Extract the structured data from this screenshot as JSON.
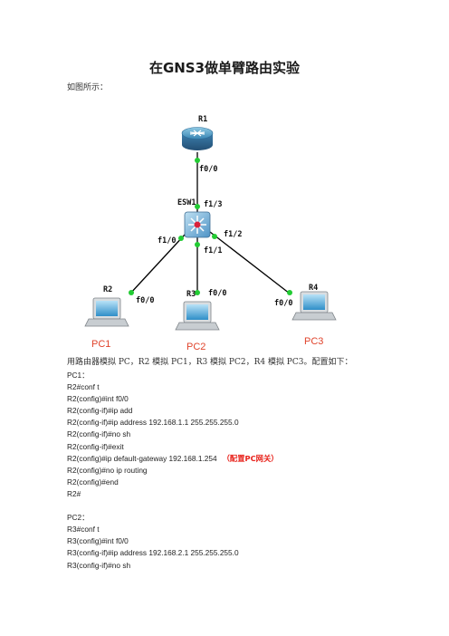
{
  "title": "在GNS3做单臂路由实验",
  "intro": "如图所示：",
  "topology": {
    "router_name": "R1",
    "switch_name": "ESW1",
    "router_port": "f0/0",
    "sw_up_port": "f1/3",
    "sw_left_port": "f1/0",
    "sw_mid_port": "f1/1",
    "sw_right_port": "f1/2",
    "pc_left_name": "R2",
    "pc_left_port": "f0/0",
    "pc_left_label": "PC1",
    "pc_mid_name": "R3",
    "pc_mid_port": "f0/0",
    "pc_mid_label": "PC2",
    "pc_right_name": "R4",
    "pc_right_port": "f0/0",
    "pc_right_label": "PC3",
    "link_color": "#000000",
    "led_color": "#22cc33",
    "pc_label_color": "#e0442c"
  },
  "description": "用路由器模拟 PC，R2 模拟 PC1，R3 模拟 PC2，R4 模拟 PC3。配置如下：",
  "lines": [
    {
      "text": "PC1："
    },
    {
      "text": "R2#conf t"
    },
    {
      "text": "R2(config)#int f0/0"
    },
    {
      "text": "R2(config-if)#ip add"
    },
    {
      "text": "R2(config-if)#ip address 192.168.1.1 255.255.255.0"
    },
    {
      "text": "R2(config-if)#no sh"
    },
    {
      "text": "R2(config-if)#exit"
    },
    {
      "text": "R2(config)#ip default-gateway 192.168.1.254",
      "note": "（配置PC网关）"
    },
    {
      "text": "R2(config)#no ip routing"
    },
    {
      "text": "R2(config)#end"
    },
    {
      "text": "R2#"
    },
    {
      "text": ""
    },
    {
      "text": "PC2："
    },
    {
      "text": "R3#conf t"
    },
    {
      "text": "R3(config)#int f0/0"
    },
    {
      "text": "R3(config-if)#ip address 192.168.2.1 255.255.255.0"
    },
    {
      "text": "R3(config-if)#no sh"
    }
  ],
  "note_color": "#e8231c"
}
